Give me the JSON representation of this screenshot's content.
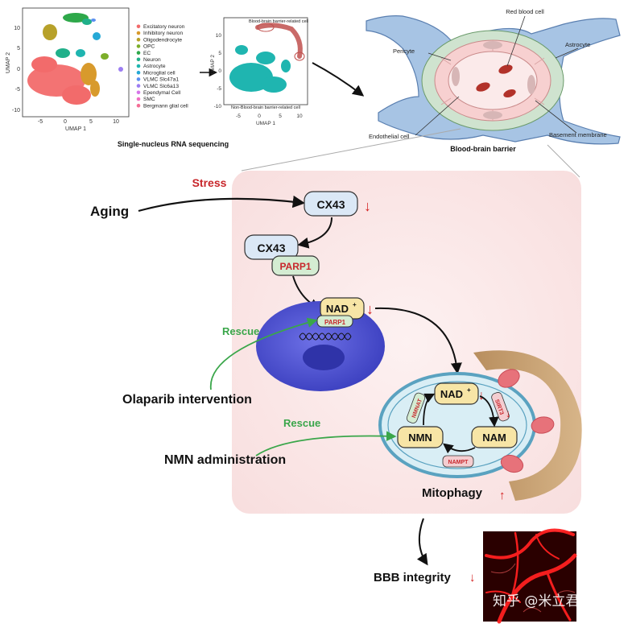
{
  "umap_panel": {
    "xlabel": "UMAP 1",
    "ylabel": "UMAP 2",
    "xticks": [
      "-5",
      "0",
      "5",
      "10"
    ],
    "yticks": [
      "10",
      "5",
      "0",
      "-5",
      "-10"
    ],
    "caption": "Single-nucleus RNA sequencing",
    "legend": [
      {
        "label": "Excitatory neuron",
        "color": "#f26b6b"
      },
      {
        "label": "Inhibitory neuron",
        "color": "#d89a2c"
      },
      {
        "label": "Oligodendrocyte",
        "color": "#b7a12a"
      },
      {
        "label": "OPC",
        "color": "#7cae2a"
      },
      {
        "label": "EC",
        "color": "#2ea84a"
      },
      {
        "label": "Neuron",
        "color": "#21b08a"
      },
      {
        "label": "Astrocyte",
        "color": "#1fb5b0"
      },
      {
        "label": "Microglial cell",
        "color": "#26a9d6"
      },
      {
        "label": "VLMC Slc47a1",
        "color": "#5b8ff0"
      },
      {
        "label": "VLMC Slc6a13",
        "color": "#9c7df2"
      },
      {
        "label": "Ependymal Cell",
        "color": "#d676ea"
      },
      {
        "label": "SMC",
        "color": "#f06fc4"
      },
      {
        "label": "Bergmann glial cell",
        "color": "#f46e96"
      }
    ]
  },
  "umap_subset": {
    "xticks": [
      "-5",
      "0",
      "5",
      "10"
    ],
    "yticks": [
      "10",
      "5",
      "0",
      "-5",
      "-10"
    ],
    "xlabel": "UMAP 1",
    "ylabel": "UMAP 2",
    "top_label": "Blood-brain barrier-related cell",
    "bottom_label": "Non-Blood-brain barrier-related cell"
  },
  "bbb_panel": {
    "labels": {
      "red_blood_cell": "Red blood cell",
      "pericyte": "Pericyte",
      "astrocyte": "Astrocyte",
      "endothelial": "Endothelial cell",
      "basement": "Basement membrane"
    },
    "caption": "Blood-brain barrier"
  },
  "pathway": {
    "stress": "Stress",
    "aging": "Aging",
    "cx43": "CX43",
    "cx43_2": "CX43",
    "parp1": "PARP1",
    "nad_nucleus": "NAD",
    "nad_sup": "+",
    "parp1_small": "PARP1",
    "rescue_1": "Rescue",
    "olaparib": "Olaparib intervention",
    "rescue_2": "Rescue",
    "nmn_admin": "NMN administration",
    "nad_mito": "NAD",
    "nad_mito_sup": "+",
    "nmnat": "NMNAT",
    "sirt3": "SIRT3",
    "nmn": "NMN",
    "nam": "NAM",
    "nampt": "NAMPT",
    "mitophagy": "Mitophagy",
    "bbb_integrity": "BBB integrity",
    "down_arrow": "↓",
    "up_arrow": "↑"
  },
  "watermark": "知乎 @米立君",
  "colors": {
    "down_red": "#d31f1f",
    "label_red": "#c8262b",
    "rescue_green": "#3aa64a",
    "box_fill": "#f7e5a6",
    "cx43_fill": "#dbe8f6",
    "parp_fill": "#d4ecd2",
    "nucleus": "#4a4fcf",
    "mito_fill": "#d9eef5",
    "panel_bg": "#fbe6e6"
  }
}
